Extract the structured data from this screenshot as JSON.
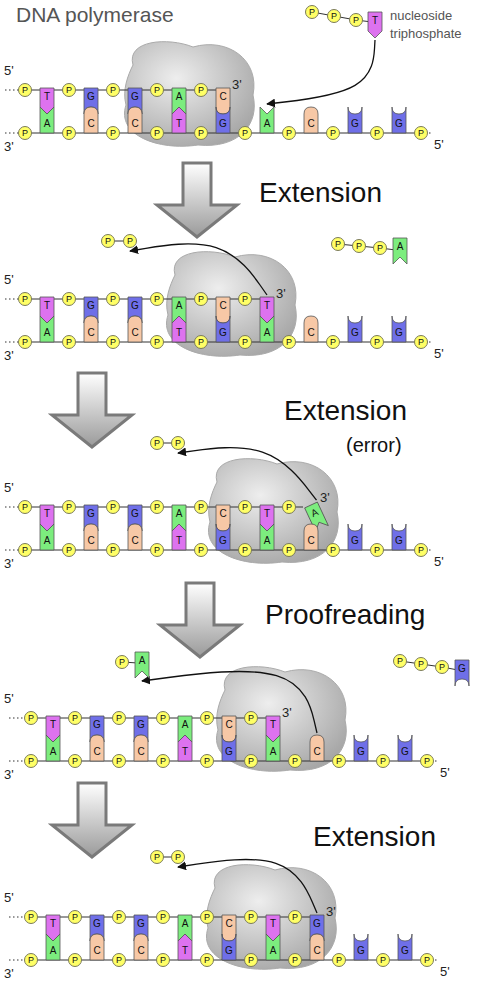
{
  "diagram": {
    "nodes": [
      {
        "text": [
          "P"
        ]
      },
      {
        "text": [
          "T"
        ]
      },
      {
        "text": [
          "P"
        ]
      },
      {
        "text": [
          "G"
        ]
      },
      {
        "text": [
          "P"
        ]
      },
      {
        "text": [
          "G"
        ]
      },
      {
        "text": [
          "P"
        ]
      },
      {
        "text": [
          "A"
        ]
      },
      {
        "text": [
          "P"
        ]
      },
      {
        "text": [
          "C"
        ]
      },
      {
        "text": [
          "P"
        ]
      },
      {
        "text": [
          "A"
        ]
      },
      {
        "text": [
          "P"
        ]
      },
      {
        "text": [
          "C"
        ]
      },
      {
        "text": [
          "P"
        ]
      },
      {
        "text": [
          "C"
        ]
      },
      {
        "text": [
          "P"
        ]
      },
      {
        "text": [
          "T"
        ]
      },
      {
        "text": [
          "P"
        ]
      },
      {
        "text": [
          "G"
        ]
      },
      {
        "text": [
          "P"
        ]
      },
      {
        "text": [
          "A"
        ]
      },
      {
        "text": [
          "P"
        ]
      },
      {
        "text": [
          "C"
        ]
      },
      {
        "text": [
          "P"
        ]
      },
      {
        "text": [
          "G"
        ]
      },
      {
        "text": [
          "P"
        ]
      },
      {
        "text": [
          "G"
        ]
      },
      {
        "text": [
          "P"
        ]
      },
      {
        "text": [
          "P"
        ]
      },
      {
        "text": [
          "P"
        ]
      },
      {
        "text": [
          "P"
        ]
      },
      {
        "text": [
          "T"
        ]
      },
      {
        "text": [
          "P"
        ]
      },
      {
        "text": [
          "T"
        ]
      },
      {
        "text": [
          "P"
        ]
      },
      {
        "text": [
          "G"
        ]
      },
      {
        "text": [
          "P"
        ]
      },
      {
        "text": [
          "G"
        ]
      },
      {
        "text": [
          "P"
        ]
      },
      {
        "text": [
          "A"
        ]
      },
      {
        "text": [
          "P"
        ]
      },
      {
        "text": [
          "C"
        ]
      },
      {
        "text": [
          "P"
        ]
      },
      {
        "text": [
          "T"
        ]
      },
      {
        "text": [
          "P"
        ]
      },
      {
        "text": [
          "A"
        ]
      },
      {
        "text": [
          "P"
        ]
      },
      {
        "text": [
          "C"
        ]
      },
      {
        "text": [
          "P"
        ]
      },
      {
        "text": [
          "C"
        ]
      },
      {
        "text": [
          "P"
        ]
      },
      {
        "text": [
          "T"
        ]
      },
      {
        "text": [
          "P"
        ]
      },
      {
        "text": [
          "G"
        ]
      },
      {
        "text": [
          "P"
        ]
      },
      {
        "text": [
          "A"
        ]
      },
      {
        "text": [
          "P"
        ]
      },
      {
        "text": [
          "C"
        ]
      },
      {
        "text": [
          "P"
        ]
      },
      {
        "text": [
          "G"
        ]
      },
      {
        "text": [
          "P"
        ]
      },
      {
        "text": [
          "G"
        ]
      },
      {
        "text": [
          "P"
        ]
      },
      {
        "text": [
          "P"
        ]
      },
      {
        "text": [
          "P"
        ]
      },
      {
        "text": [
          "P"
        ]
      },
      {
        "text": [
          "P"
        ]
      },
      {
        "text": [
          "P"
        ]
      },
      {
        "text": [
          "A"
        ]
      },
      {
        "text": [
          "P"
        ]
      },
      {
        "text": [
          "T"
        ]
      },
      {
        "text": [
          "P"
        ]
      },
      {
        "text": [
          "G"
        ]
      },
      {
        "text": [
          "P"
        ]
      },
      {
        "text": [
          "G"
        ]
      },
      {
        "text": [
          "P"
        ]
      },
      {
        "text": [
          "A"
        ]
      },
      {
        "text": [
          "P"
        ]
      },
      {
        "text": [
          "C"
        ]
      },
      {
        "text": [
          "P"
        ]
      },
      {
        "text": [
          "T"
        ]
      },
      {
        "text": [
          "P"
        ]
      },
      {
        "text": [
          "A"
        ]
      },
      {
        "text": [
          "P"
        ]
      },
      {
        "text": [
          "A"
        ]
      },
      {
        "text": [
          "P"
        ]
      },
      {
        "text": [
          "C"
        ]
      },
      {
        "text": [
          "P"
        ]
      },
      {
        "text": [
          "C"
        ]
      },
      {
        "text": [
          "P"
        ]
      },
      {
        "text": [
          "T"
        ]
      },
      {
        "text": [
          "P"
        ]
      },
      {
        "text": [
          "G"
        ]
      },
      {
        "text": [
          "P"
        ]
      },
      {
        "text": [
          "A"
        ]
      },
      {
        "text": [
          "P"
        ]
      },
      {
        "text": [
          "C"
        ]
      },
      {
        "text": [
          "P"
        ]
      },
      {
        "text": [
          "G"
        ]
      },
      {
        "text": [
          "P"
        ]
      },
      {
        "text": [
          "G"
        ]
      },
      {
        "text": [
          "P"
        ]
      },
      {
        "text": [
          "P"
        ]
      },
      {
        "text": [
          "P"
        ]
      },
      {
        "text": [
          "P"
        ]
      },
      {
        "text": [
          "T"
        ]
      },
      {
        "text": [
          "P"
        ]
      },
      {
        "text": [
          "G"
        ]
      },
      {
        "text": [
          "P"
        ]
      },
      {
        "text": [
          "G"
        ]
      },
      {
        "text": [
          "P"
        ]
      },
      {
        "text": [
          "A"
        ]
      },
      {
        "text": [
          "P"
        ]
      },
      {
        "text": [
          "C"
        ]
      },
      {
        "text": [
          "P"
        ]
      },
      {
        "text": [
          "T"
        ]
      },
      {
        "text": [
          "P"
        ]
      },
      {
        "text": [
          "A"
        ]
      },
      {
        "text": [
          "P"
        ]
      },
      {
        "text": [
          "C"
        ]
      },
      {
        "text": [
          "P"
        ]
      },
      {
        "text": [
          "C"
        ]
      },
      {
        "text": [
          "P"
        ]
      },
      {
        "text": [
          "T"
        ]
      },
      {
        "text": [
          "P"
        ]
      },
      {
        "text": [
          "G"
        ]
      },
      {
        "text": [
          "P"
        ]
      },
      {
        "text": [
          "A"
        ]
      },
      {
        "text": [
          "P"
        ]
      },
      {
        "text": [
          "C"
        ]
      },
      {
        "text": [
          "P"
        ]
      },
      {
        "text": [
          "G"
        ]
      },
      {
        "text": [
          "P"
        ]
      },
      {
        "text": [
          "G"
        ]
      },
      {
        "text": [
          "P"
        ]
      },
      {
        "text": [
          "P"
        ]
      },
      {
        "text": [
          "A"
        ]
      },
      {
        "text": [
          "P"
        ]
      },
      {
        "text": [
          "P"
        ]
      },
      {
        "text": [
          "P"
        ]
      },
      {
        "text": [
          "G"
        ]
      },
      {
        "text": [
          "P"
        ]
      },
      {
        "text": [
          "T"
        ]
      },
      {
        "text": [
          "P"
        ]
      },
      {
        "text": [
          "G"
        ]
      },
      {
        "text": [
          "P"
        ]
      },
      {
        "text": [
          "G"
        ]
      },
      {
        "text": [
          "P"
        ]
      },
      {
        "text": [
          "A"
        ]
      },
      {
        "text": [
          "P"
        ]
      },
      {
        "text": [
          "C"
        ]
      },
      {
        "text": [
          "P"
        ]
      },
      {
        "text": [
          "T"
        ]
      },
      {
        "text": [
          "P"
        ]
      },
      {
        "text": [
          "G"
        ]
      },
      {
        "text": [
          "P"
        ]
      },
      {
        "text": [
          "A"
        ]
      },
      {
        "text": [
          "P"
        ]
      },
      {
        "text": [
          "C"
        ]
      },
      {
        "text": [
          "P"
        ]
      },
      {
        "text": [
          "C"
        ]
      },
      {
        "text": [
          "P"
        ]
      },
      {
        "text": [
          "T"
        ]
      },
      {
        "text": [
          "P"
        ]
      },
      {
        "text": [
          "G"
        ]
      },
      {
        "text": [
          "P"
        ]
      },
      {
        "text": [
          "A"
        ]
      },
      {
        "text": [
          "P"
        ]
      },
      {
        "text": [
          "C"
        ]
      },
      {
        "text": [
          "P"
        ]
      },
      {
        "text": [
          "G"
        ]
      },
      {
        "text": [
          "P"
        ]
      },
      {
        "text": [
          "G"
        ]
      },
      {
        "text": [
          "P"
        ]
      },
      {
        "text": [
          "P"
        ]
      },
      {
        "text": [
          "P"
        ]
      }
    ],
    "edges": [
      {
        "from": 32,
        "to": 21,
        "arrow": "to"
      },
      {
        "from": 44,
        "to": 65,
        "arrow": "to"
      },
      {
        "from": 83,
        "to": 104,
        "arrow": "to"
      },
      {
        "from": 130,
        "to": 137,
        "arrow": "to"
      },
      {
        "from": 155,
        "to": 176,
        "arrow": "to"
      }
    ],
    "labels": [
      "DNA polymerase",
      "nucleoside triphosphate",
      "5'",
      "3'",
      "3'",
      "5'",
      "Extension",
      "5'",
      "3'",
      "3'",
      "5'",
      "Extension",
      "(error)",
      "5'",
      "3'",
      "3'",
      "5'",
      "Proofreading",
      "5'",
      "3'",
      "3'",
      "5'",
      "Extension",
      "5'",
      "3'",
      "3'",
      "5'"
    ]
  }
}
